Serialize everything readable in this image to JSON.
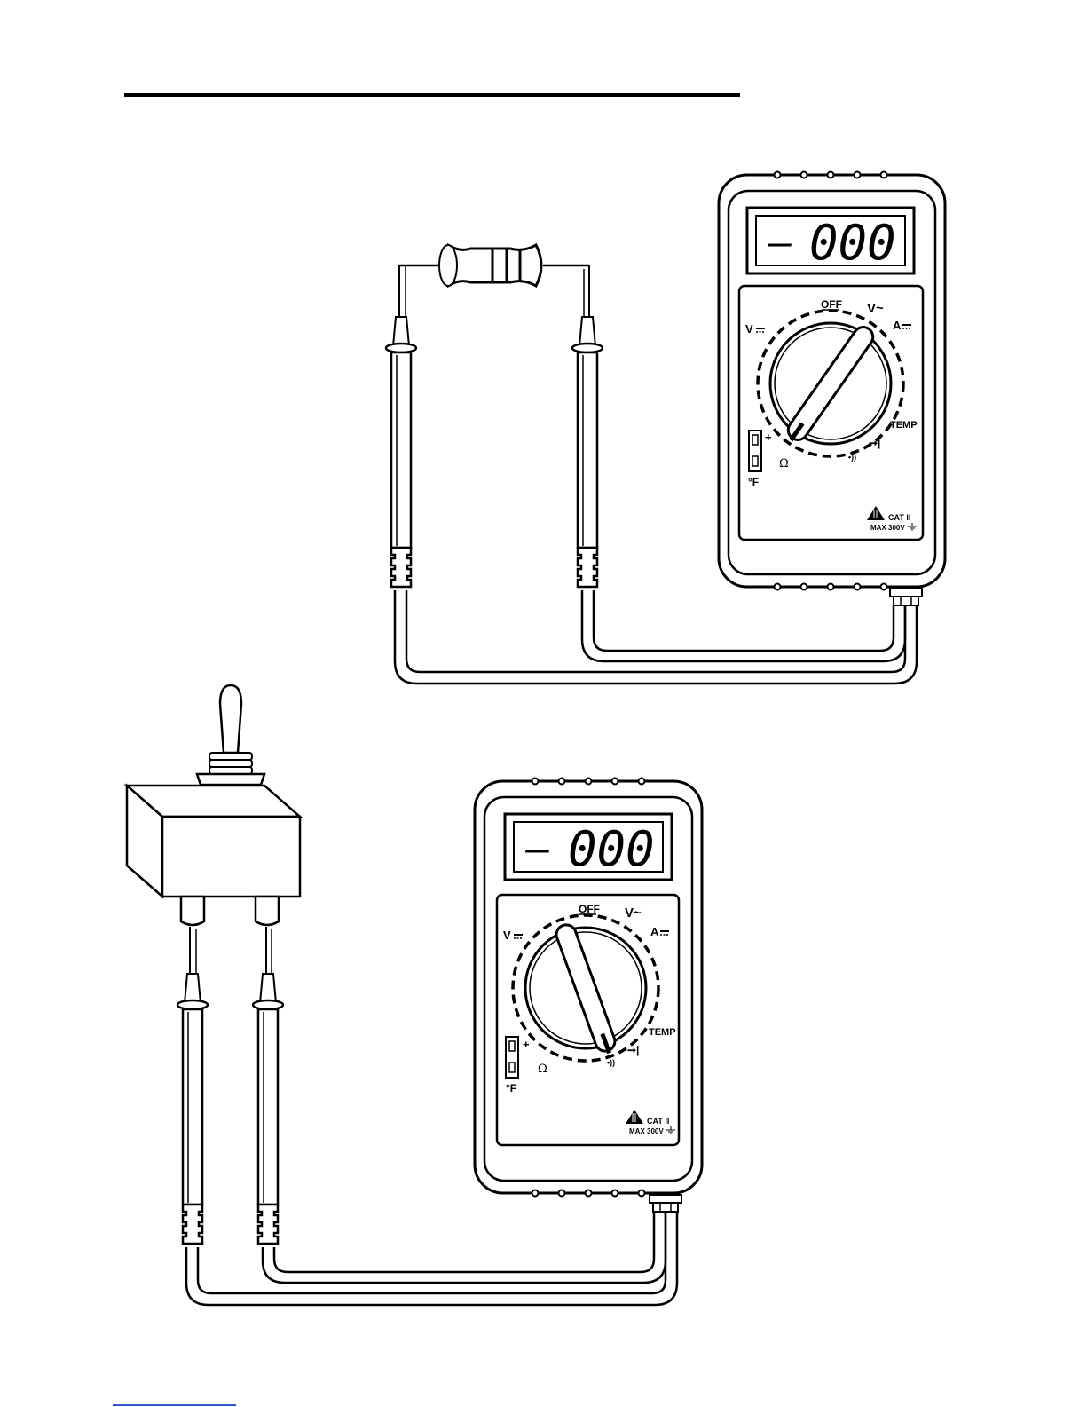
{
  "colors": {
    "ink": "#000000",
    "paper": "#ffffff"
  },
  "meters": [
    {
      "id": "top",
      "display": {
        "sign": "–",
        "digits": "000"
      },
      "dial": {
        "off": "OFF",
        "vac": "V~",
        "vdc": "V",
        "adc": "A",
        "temp": "TEMP",
        "ohm": "Ω",
        "fahrenheit": "°F",
        "plus": "+",
        "continuity": "•))",
        "diode": "➞|"
      },
      "rating": {
        "cat": "CAT II",
        "max": "MAX 300V"
      }
    },
    {
      "id": "bottom",
      "display": {
        "sign": "–",
        "digits": "000"
      },
      "dial": {
        "off": "OFF",
        "vac": "V~",
        "vdc": "V",
        "adc": "A",
        "temp": "TEMP",
        "ohm": "Ω",
        "fahrenheit": "°F",
        "plus": "+",
        "continuity": "•))",
        "diode": "➞|"
      },
      "rating": {
        "cat": "CAT II",
        "max": "MAX 300V"
      }
    }
  ],
  "components": {
    "top": "resistor-icon",
    "bottom": "toggle-switch-icon"
  }
}
